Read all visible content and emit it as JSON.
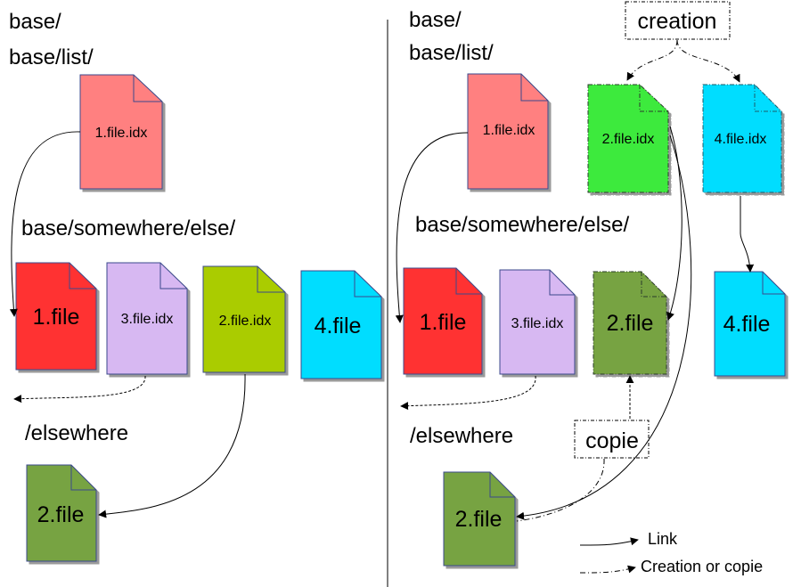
{
  "colors": {
    "file1": "#ff3333",
    "idx1": "#ff8080",
    "idx2_left": "#aacc00",
    "idx2_right": "#3dea3d",
    "file2": "#77a342",
    "idx3": "#d7b8f2",
    "file4": "#00ddff",
    "idx4": "#00ddff"
  },
  "left_panel": {
    "path_base": "base/",
    "path_list": "base/list/",
    "path_somewhere": "base/somewhere/else/",
    "path_elsewhere": "/elsewhere",
    "idx1": "1.file.idx",
    "file1": "1.file",
    "idx3": "3.file.idx",
    "idx2": "2.file.idx",
    "file4": "4.file",
    "file2": "2.file"
  },
  "right_panel": {
    "path_base": "base/",
    "path_list": "base/list/",
    "path_somewhere": "base/somewhere/else/",
    "path_elsewhere": "/elsewhere",
    "idx1": "1.file.idx",
    "idx2": "2.file.idx",
    "idx4": "4.file.idx",
    "file1": "1.file",
    "idx3": "3.file.idx",
    "file2_copy": "2.file",
    "file4": "4.file",
    "file2": "2.file",
    "creation_box": "creation",
    "copie_box": "copie"
  },
  "legend": {
    "link": "Link",
    "creation_or_copie": "Creation or copie"
  }
}
